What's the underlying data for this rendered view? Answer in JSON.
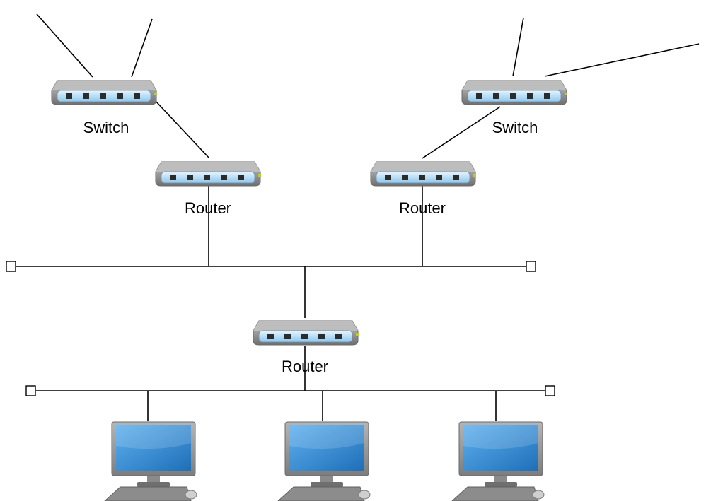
{
  "devices": [
    {
      "id": "switch-left",
      "type": "switch",
      "label": "Switch"
    },
    {
      "id": "switch-right",
      "type": "switch",
      "label": "Switch"
    },
    {
      "id": "router-left",
      "type": "router",
      "label": "Router"
    },
    {
      "id": "router-right",
      "type": "router",
      "label": "Router"
    },
    {
      "id": "router-bottom",
      "type": "router",
      "label": "Router"
    },
    {
      "id": "pc-1",
      "type": "computer",
      "label": ""
    },
    {
      "id": "pc-2",
      "type": "computer",
      "label": ""
    },
    {
      "id": "pc-3",
      "type": "computer",
      "label": ""
    }
  ],
  "colors": {
    "device_body": "#8e8e8e",
    "device_panel": "#b7dcf4",
    "screen": "#3a8fd6",
    "line": "#000000"
  }
}
